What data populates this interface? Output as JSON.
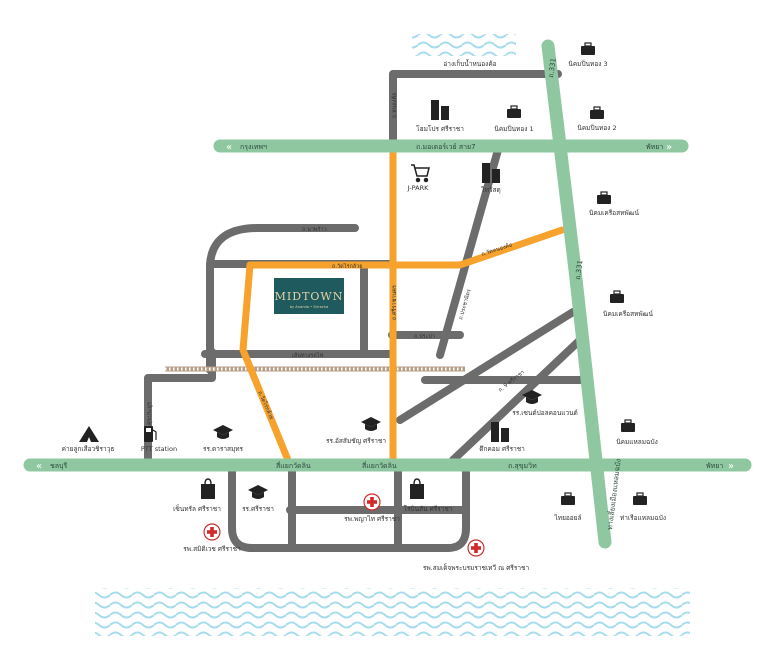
{
  "colors": {
    "highway": "#8fc8a0",
    "road": "#6c6c6c",
    "primary_road": "#f6a22c",
    "water": "#a8dcec",
    "brand_box": "#1e5a5e",
    "brand_text": "#e6d2a6",
    "hospital": "#d12a2a",
    "icon": "#222222"
  },
  "brand": {
    "name": "MIDTOWN",
    "tagline": "by Ananda • Sriracha"
  },
  "highways": {
    "top_left_dest": "กรุงเทพฯ",
    "top_right_dest": "พัทยา",
    "top_name": "ถ.มอเตอร์เวย์ สาย7",
    "bottom_left_dest": "ชลบุรี",
    "bottom_right_dest": "พัทยา",
    "bottom_name": "ถ.สุขุมวิท",
    "vertical_name_top": "ถ.331",
    "vertical_name_mid": "ถ.331",
    "vertical_name_bottom": "ทางเลี่ยงเมืองแหลมฉบัง"
  },
  "roads": {
    "nong_kho": "ถ.หนองค้อ",
    "wat_rai_kluai": "ถ.วัดไร่กล้วย",
    "wat_nong_kho": "ถ.วัดหนองค้อ",
    "napraw": "ถ.นาพร้าว",
    "prachamit": "ถ.ประชามิตร",
    "sriracha_nakorn": "ถ.ศรีราชานคร",
    "railway": "เส้นทางรถไฟ",
    "prasat": "ถ.ประปา",
    "sukhumvit_branch": "ถ.ศุขประยูร",
    "soi_9": "ถ. 9 ศรีราชา",
    "jn_wat_nong_kho": "สี่แยกวัดลิน",
    "jn_sriracha": "สี่แยกวัดลิน"
  },
  "pois": [
    {
      "id": "reservoir",
      "label": "อ่างเก็บน้ำหนองค้อ"
    },
    {
      "id": "ie3",
      "label": "นิคมปิ่นทอง 3"
    },
    {
      "id": "ie1",
      "label": "นิคมปิ่นทอง 1"
    },
    {
      "id": "ie2",
      "label": "นิคมปิ่นทอง 2"
    },
    {
      "id": "homepro",
      "label": "โฮมโปร ศรีราชา"
    },
    {
      "id": "jpark",
      "label": "J-PARK"
    },
    {
      "id": "thaiwatsadu",
      "label": "ไทวัสดุ"
    },
    {
      "id": "ie_sahapat1",
      "label": "นิคมเครือสหพัฒน์"
    },
    {
      "id": "ie_sahapat2",
      "label": "นิคมเครือสหพัฒน์"
    },
    {
      "id": "tiger_zoo",
      "label": "ค่ายลูกเสือวชิราวุธ"
    },
    {
      "id": "ptt",
      "label": "PTT station"
    },
    {
      "id": "school_dara",
      "label": "รร.ดาราสมุทร"
    },
    {
      "id": "school_assumption",
      "label": "รร.อัสสัมชัญ ศรีราชา"
    },
    {
      "id": "school_st_paul",
      "label": "รร.เซนต์ปอลคอนแวนต์"
    },
    {
      "id": "tuk_com",
      "label": "ตึกคอม ศรีราชา"
    },
    {
      "id": "laem_chabang_ie",
      "label": "นิคมแหลมฉบัง"
    },
    {
      "id": "central",
      "label": "เซ็นทรัล ศรีราชา"
    },
    {
      "id": "school_sriracha",
      "label": "รร.ศรีราชา"
    },
    {
      "id": "hosp_phyathai",
      "label": "รพ.พญาไท ศรีราชา"
    },
    {
      "id": "robinson",
      "label": "โรบินสัน ศรีราชา"
    },
    {
      "id": "thai_oil",
      "label": "ไทยออยล์"
    },
    {
      "id": "laem_chabang_port",
      "label": "ท่าเรือแหลมฉบัง"
    },
    {
      "id": "hosp_samitivej",
      "label": "รพ.สมิติเวช ศรีราชา"
    },
    {
      "id": "hosp_queen",
      "label": "รพ.สมเด็จพระบรมราชเทวี ณ ศรีราชา"
    }
  ]
}
